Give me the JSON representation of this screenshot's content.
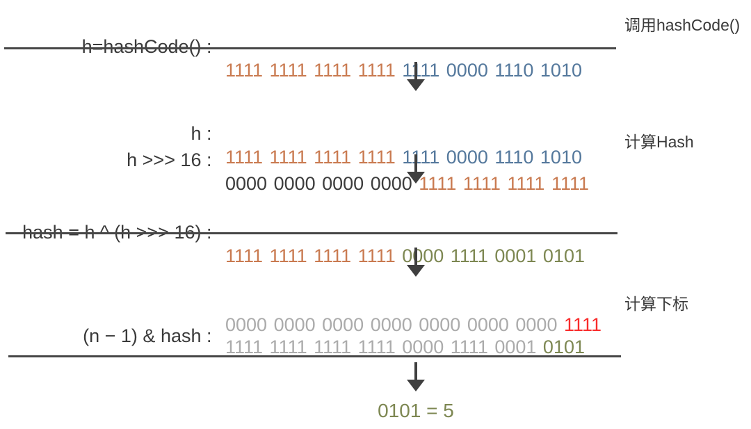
{
  "colors": {
    "label_text": "#3a3a3a",
    "orange": "#c97a50",
    "blue": "#54789c",
    "olive": "#7d8752",
    "gray": "#ababab",
    "red": "#f92b2b",
    "dark": "#3c3c3c",
    "line": "#474747",
    "arrow": "#3f3f3f"
  },
  "sections": [
    {
      "id": "call-hashcode",
      "annotation": "调用hashCode()",
      "rows": [
        {
          "label": "h=hashCode() : ",
          "segments": [
            {
              "color": "orange",
              "bits": "1111 1111 1111 1111"
            },
            {
              "color": "blue",
              "bits": "1111 0000 1110 1010"
            }
          ]
        }
      ]
    },
    {
      "id": "compute-hash",
      "annotation": "计算Hash",
      "rows": [
        {
          "label": "h : ",
          "segments": [
            {
              "color": "orange",
              "bits": "1111 1111 1111 1111"
            },
            {
              "color": "blue",
              "bits": "1111 0000 1110 1010"
            }
          ]
        },
        {
          "label": "h >>> 16 : ",
          "segments": [
            {
              "color": "dark",
              "bits": "0000 0000 0000 0000"
            },
            {
              "color": "orange",
              "bits": "1111 1111 1111 1111"
            }
          ]
        }
      ]
    },
    {
      "id": "xor-hash",
      "rows": [
        {
          "label": "hash = h ^ (h >>> 16) : ",
          "segments": [
            {
              "color": "orange",
              "bits": "1111 1111 1111 1111"
            },
            {
              "color": "olive",
              "bits": "0000 1111 0001 0101"
            }
          ]
        }
      ]
    },
    {
      "id": "compute-index",
      "label": "(n − 1) & hash : ",
      "annotation": "计算下标",
      "rows": [
        {
          "segments": [
            {
              "color": "gray",
              "bits": "0000 0000 0000 0000 0000 0000 0000"
            },
            {
              "color": "red",
              "bits": "1111"
            }
          ]
        },
        {
          "segments": [
            {
              "color": "gray",
              "bits": "1111 1111 1111 1111 0000 1111 0001"
            },
            {
              "color": "olive",
              "bits": "0101"
            }
          ]
        }
      ]
    }
  ],
  "result": {
    "text": "0101 = 5"
  }
}
